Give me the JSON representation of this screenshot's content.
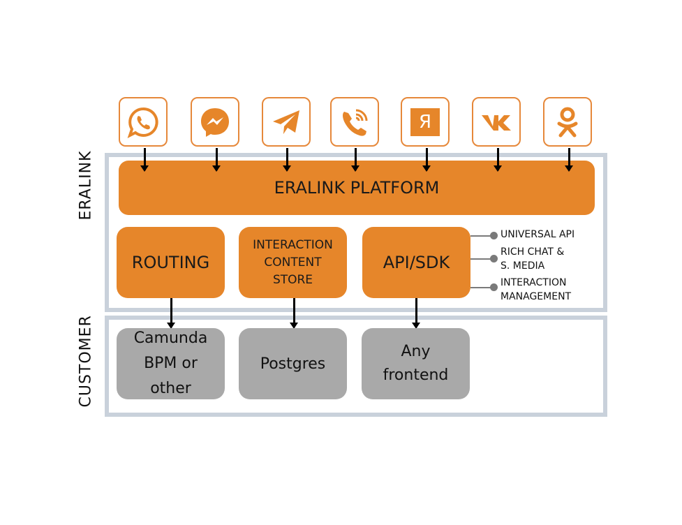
{
  "colors": {
    "orange": "#e6862a",
    "gray_box": "#a9a9a9",
    "frame": "#c9d1db",
    "connector": "#7a7a7a"
  },
  "channels": [
    {
      "name": "WhatsApp",
      "icon": "whatsapp-icon"
    },
    {
      "name": "Messenger",
      "icon": "messenger-icon"
    },
    {
      "name": "Telegram",
      "icon": "telegram-icon"
    },
    {
      "name": "Viber",
      "icon": "viber-icon"
    },
    {
      "name": "Yandex",
      "icon": "yandex-icon",
      "glyph": "Я"
    },
    {
      "name": "VK",
      "icon": "vk-icon",
      "glyph": "VK"
    },
    {
      "name": "Odnoklassniki",
      "icon": "odnoklassniki-icon"
    }
  ],
  "sections": {
    "eralink": "ERALINK",
    "customer": "CUSTOMER"
  },
  "platform": {
    "title": "ERALINK PLATFORM",
    "modules": [
      {
        "label": "ROUTING"
      },
      {
        "label": "INTERACTION\nCONTENT\nSTORE"
      },
      {
        "label": "API/SDK"
      }
    ],
    "api_features": [
      {
        "label": "UNIVERSAL API"
      },
      {
        "label": "RICH CHAT &\nS. MEDIA"
      },
      {
        "label": "INTERACTION\nMANAGEMENT"
      }
    ]
  },
  "customer": {
    "systems": [
      {
        "label": "Camunda\nBPM or\nother"
      },
      {
        "label": "Postgres"
      },
      {
        "label": "Any\nfrontend"
      }
    ]
  }
}
